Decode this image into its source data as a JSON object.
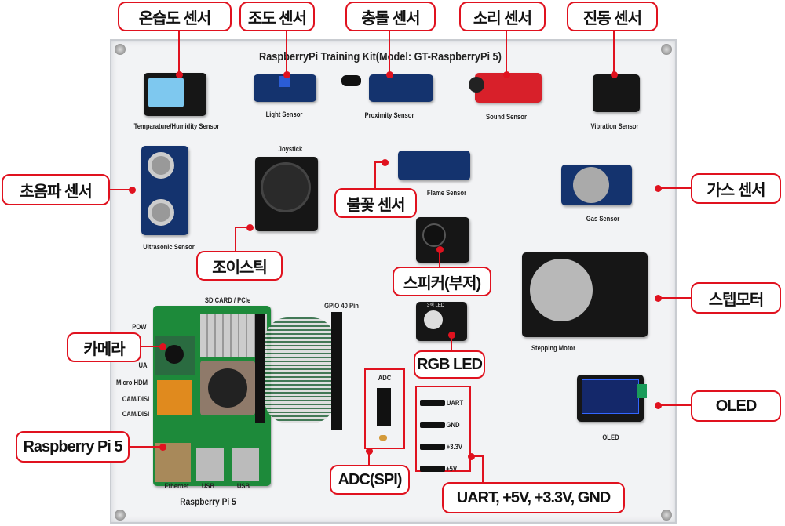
{
  "board": {
    "title": "RaspberryPi Training Kit(Model: GT-RaspberryPi 5)",
    "labels": {
      "temp": "Temparature/Humidity Sensor",
      "light": "Light Sensor",
      "proximity": "Proximity Sensor",
      "sound": "Sound Sensor",
      "vibration": "Vibration Sensor",
      "ultrasonic": "Ultrasonic Sensor",
      "joystick": "Joystick",
      "flame": "Flame Sensor",
      "gas": "Gas Sensor",
      "stepping": "Stepping Motor",
      "oled": "OLED",
      "sdcard": "SD CARD / PCIe",
      "gpio": "GPIO 40 Pin",
      "adc": "ADC",
      "pi": "Raspberry Pi 5",
      "ethernet": "Ethernet",
      "usb1": "USB",
      "usb2": "USB",
      "power": "POW",
      "uart_side": "UA",
      "microhdmi": "Micro HDM",
      "cam1": "CAM/DISI",
      "cam2": "CAM/DISI",
      "rgbled_chip": "3색 LED"
    },
    "power_pins": [
      "UART",
      "GND",
      "+3.3V",
      "+5V"
    ]
  },
  "callouts": {
    "temp_humidity": "온습도 센서",
    "light": "조도 센서",
    "collision": "충돌 센서",
    "sound": "소리 센서",
    "vibration": "진동 센서",
    "ultrasonic": "초음파 센서",
    "flame": "불꽃 센서",
    "joystick": "조이스틱",
    "gas": "가스 센서",
    "speaker": "스피커(부저)",
    "stepper": "스텝모터",
    "camera": "카메라",
    "rgb_led": "RGB LED",
    "oled": "OLED",
    "raspberry_pi": "Raspberry Pi 5",
    "adc": "ADC(SPI)",
    "power": "UART, +5V, +3.3V, GND"
  },
  "colors": {
    "accent": "#e0121f"
  }
}
